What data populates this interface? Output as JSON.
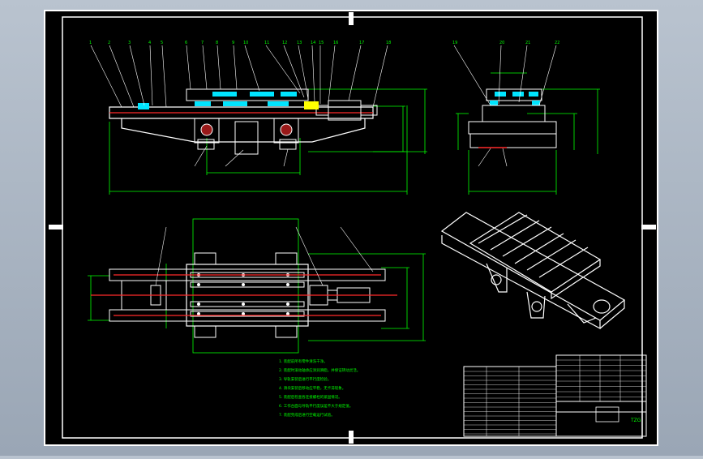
{
  "drawing": {
    "theme": {
      "sheet_bg": "#000000",
      "frame": "#ffffff",
      "dim": "#00ff00",
      "leader": "#ffffff",
      "part": "#ffffff",
      "axis": "#ff2a2a",
      "cyan": "#00e5ff",
      "yellow": "#ffff00"
    },
    "balloon_labels_front": [
      "1",
      "2",
      "3",
      "4",
      "5",
      "6",
      "7",
      "8",
      "9",
      "10",
      "11",
      "12",
      "13",
      "14",
      "15",
      "16",
      "17",
      "18"
    ],
    "balloon_labels_side": [
      "19",
      "20",
      "21",
      "22"
    ],
    "tech_notes_title": "1. 装配前所有零件清洗干净。",
    "tech_notes": [
      "2. 装配时滚动轴承应涂润滑脂，并保证转动灵活。",
      "3. 导轨安装后进行平行度检验。",
      "4. 滑块安装后移动应平稳，无卡滞现象。",
      "5. 装配后检查各连接螺栓的紧固情况。",
      "6. 工作台面与导轨平行度误差不大于规定值。",
      "7. 装配完成后进行空载运行试验。"
    ],
    "title_block_code": "TZG"
  }
}
